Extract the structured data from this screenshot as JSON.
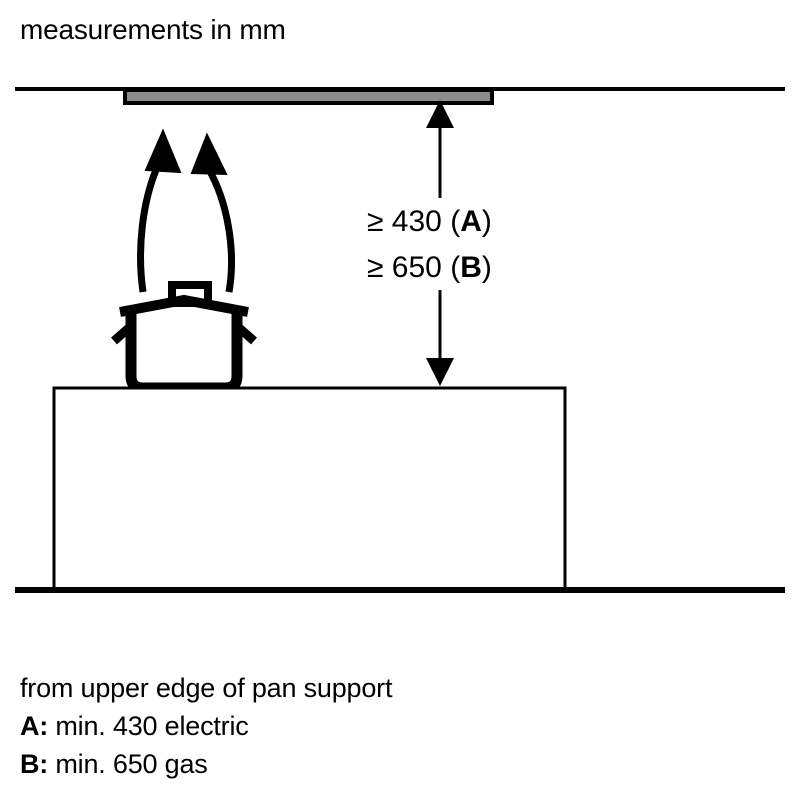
{
  "title": "measurements in mm",
  "colors": {
    "stroke": "#000000",
    "hood_fill": "#8c8c8c",
    "background": "#ffffff"
  },
  "dimension": {
    "label_a": "≥ 430 (",
    "label_a_letter": "A",
    "label_a_close": ")",
    "label_b": "≥ 650 (",
    "label_b_letter": "B",
    "label_b_close": ")",
    "line_a_full": "≥ 430 (A)",
    "line_b_full": "≥ 650 (B)"
  },
  "footnotes": {
    "intro": "from upper edge of pan support",
    "a_label": "A:",
    "a_value": " min. 430 electric",
    "b_label": "B:",
    "b_value": " min. 650 gas"
  },
  "parts": {
    "ceiling_line": "ceiling-line",
    "hood": "extractor-hood",
    "steam_arrow_left": "steam-arrow-left",
    "steam_arrow_right": "steam-arrow-right",
    "pot": "cooking-pot",
    "pot_lid": "pot-lid",
    "pot_knob": "pot-lid-knob",
    "pot_handle_left": "pot-handle-left",
    "pot_handle_right": "pot-handle-right",
    "counter": "kitchen-counter",
    "floor_line": "floor-line",
    "dimension_arrow_up": "dimension-arrow-up",
    "dimension_arrow_down": "dimension-arrow-down"
  },
  "chart_data": {
    "type": "table",
    "title": "measurements in mm",
    "rows": [
      {
        "variant": "A",
        "hob_type": "electric",
        "min_distance_mm": 430
      },
      {
        "variant": "B",
        "hob_type": "gas",
        "min_distance_mm": 650
      }
    ],
    "reference": "from upper edge of pan support",
    "unit": "mm"
  }
}
